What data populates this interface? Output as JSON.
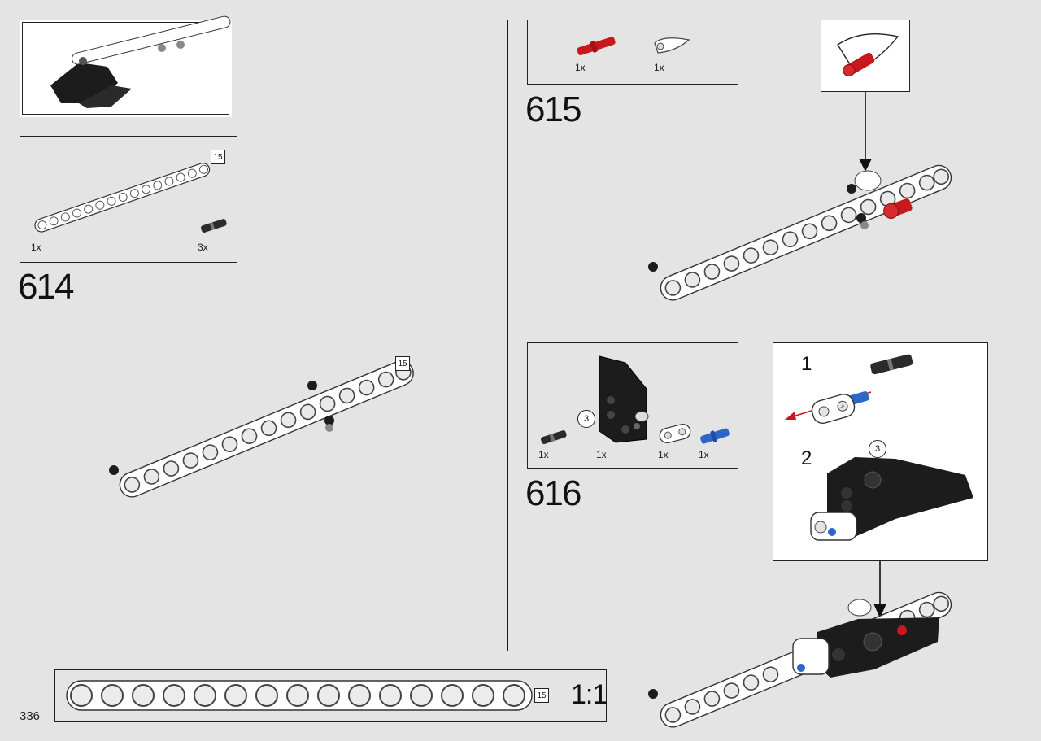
{
  "page": {
    "number": "336"
  },
  "steps": {
    "s614": {
      "number": "614",
      "parts": [
        {
          "qty": "1x",
          "name": "beam",
          "length": "15"
        },
        {
          "qty": "3x",
          "name": "pin"
        }
      ],
      "assembly_length": "15"
    },
    "s615": {
      "number": "615",
      "parts": [
        {
          "qty": "1x",
          "name": "red-axle-pin"
        },
        {
          "qty": "1x",
          "name": "white-tooth"
        }
      ]
    },
    "s616": {
      "number": "616",
      "parts": [
        {
          "qty": "1x",
          "name": "pin"
        },
        {
          "qty": "1x",
          "name": "black-panel",
          "callout": "3"
        },
        {
          "qty": "1x",
          "name": "white-connector"
        },
        {
          "qty": "1x",
          "name": "blue-pin"
        }
      ],
      "sub": {
        "one": "1",
        "two": "2",
        "callout": "3"
      }
    }
  },
  "ruler": {
    "length": "15",
    "scale": "1:1"
  },
  "colors": {
    "red": "#c8181c",
    "blue": "#2c66c8",
    "black": "#1c1c1c",
    "bg": "#e4e4e4"
  }
}
